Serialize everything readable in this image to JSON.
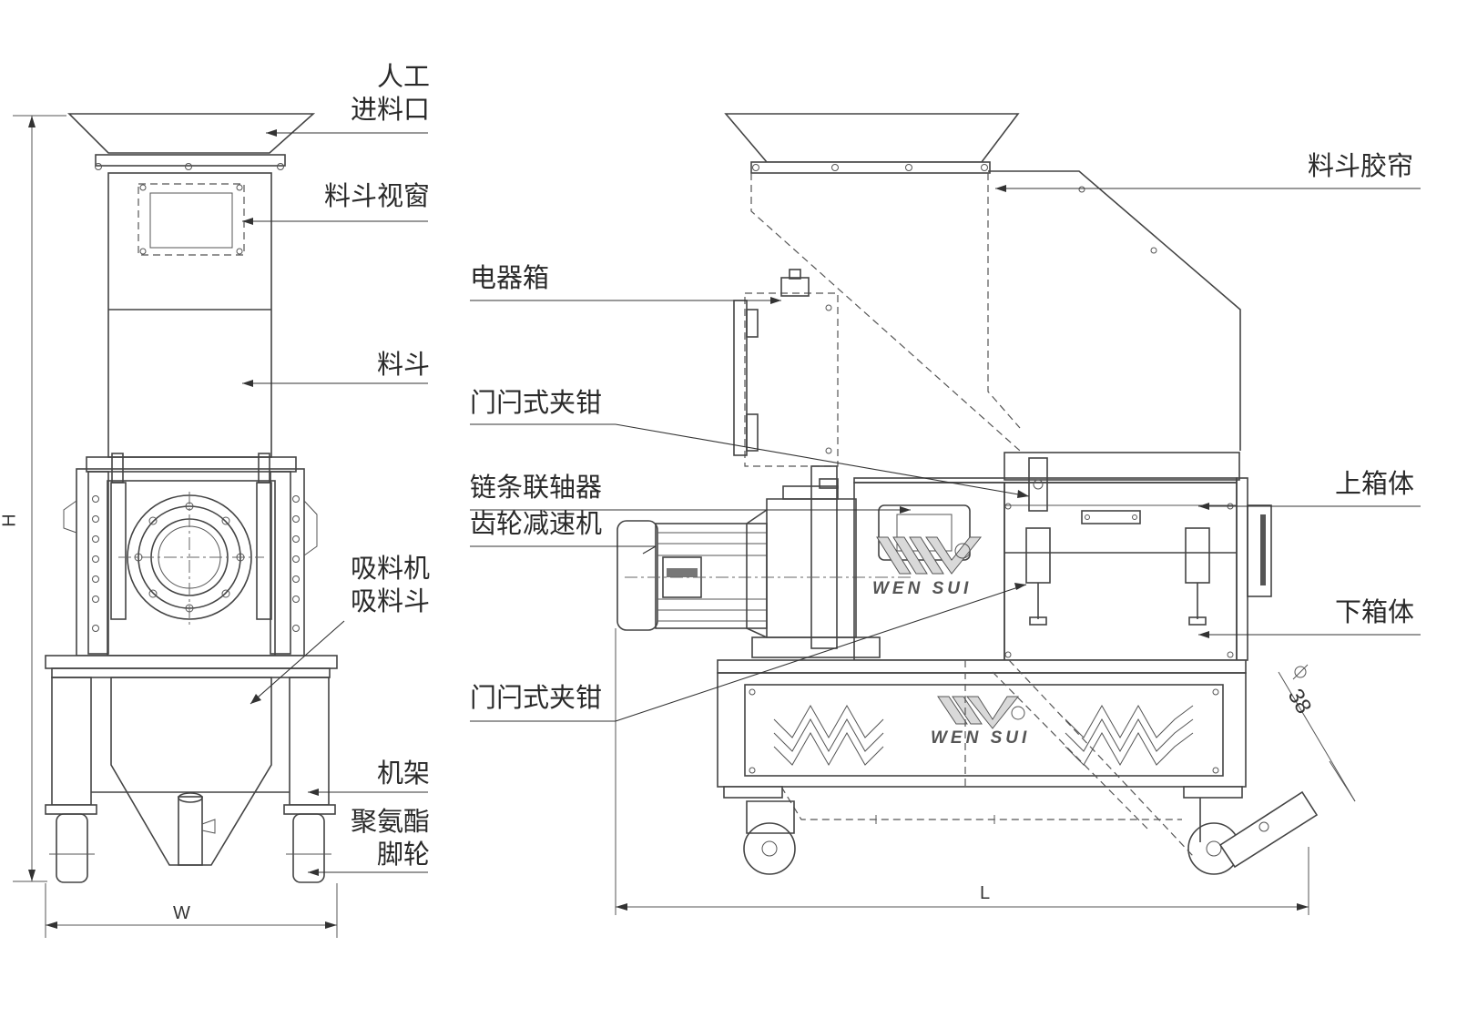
{
  "labels": {
    "feed_inlet_line1": "人工",
    "feed_inlet_line2": "进料口",
    "hopper_window": "料斗视窗",
    "hopper": "料斗",
    "suction_line1": "吸料机",
    "suction_line2": "吸料斗",
    "frame": "机架",
    "caster_line1": "聚氨酯",
    "caster_line2": "脚轮",
    "hopper_curtain": "料斗胶帘",
    "electric_box": "电器箱",
    "latch_clamp_top": "门闩式夹钳",
    "chain_coupling": "链条联轴器",
    "gear_reducer": "齿轮减速机",
    "latch_clamp_bottom": "门闩式夹钳",
    "upper_box": "上箱体",
    "lower_box": "下箱体"
  },
  "dimensions": {
    "height": "H",
    "width": "W",
    "length": "L",
    "pipe_diameter": "38"
  },
  "branding": {
    "logo": "WEN SUI"
  }
}
